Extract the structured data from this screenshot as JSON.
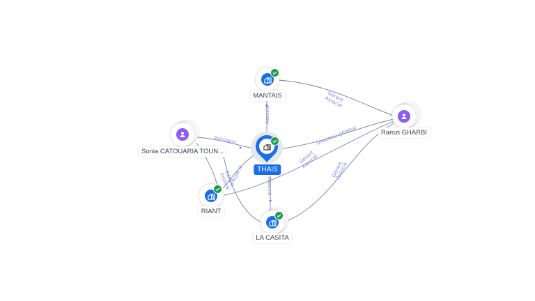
{
  "graph": {
    "focus_node": {
      "id": "thais",
      "label": "THAIS",
      "type": "company",
      "verified": true,
      "icon": "building-icon"
    },
    "nodes": [
      {
        "id": "mantais",
        "label": "MANTAIS",
        "type": "company",
        "verified": true,
        "icon": "building-icon"
      },
      {
        "id": "thais",
        "label": "THAIS",
        "type": "company",
        "verified": true,
        "icon": "building-icon"
      },
      {
        "id": "riant",
        "label": "RIANT",
        "type": "company",
        "verified": true,
        "icon": "building-icon"
      },
      {
        "id": "lacasita",
        "label": "LA CASITA",
        "type": "company",
        "verified": true,
        "icon": "building-icon"
      },
      {
        "id": "sonia",
        "label": "Sonia CATOUARIA TOUN...",
        "type": "person",
        "icon": "person-icon"
      },
      {
        "id": "ramzi",
        "label": "Ramzi GHARBI",
        "type": "person",
        "icon": "person-icon"
      }
    ],
    "edges": [
      {
        "from": "thais",
        "to": "mantais",
        "labels": [
          "Associé"
        ]
      },
      {
        "from": "ramzi",
        "to": "mantais",
        "labels": [
          "Gérant",
          "Associé"
        ]
      },
      {
        "from": "sonia",
        "to": "thais",
        "labels": [
          "Président"
        ]
      },
      {
        "from": "ramzi",
        "to": "thais",
        "labels": [
          "Directeur général"
        ]
      },
      {
        "from": "ramzi",
        "to": "riant",
        "labels": [
          "Gérant",
          "Associé"
        ]
      },
      {
        "from": "ramzi",
        "to": "lacasita",
        "labels": [
          "Gérant",
          "Associé"
        ]
      },
      {
        "from": "thais",
        "to": "riant",
        "labels": [
          "Associé"
        ]
      },
      {
        "from": "sonia",
        "to": "riant",
        "labels": [
          "Gérant",
          "Associé"
        ]
      },
      {
        "from": "thais",
        "to": "lacasita",
        "labels": [
          "Associé"
        ]
      }
    ]
  },
  "colors": {
    "company": "#1a6fe8",
    "person": "#8b5cf6",
    "verified": "#1e9a52",
    "edge": "#7a7f9a",
    "edge_label": "#8a7ff0"
  }
}
